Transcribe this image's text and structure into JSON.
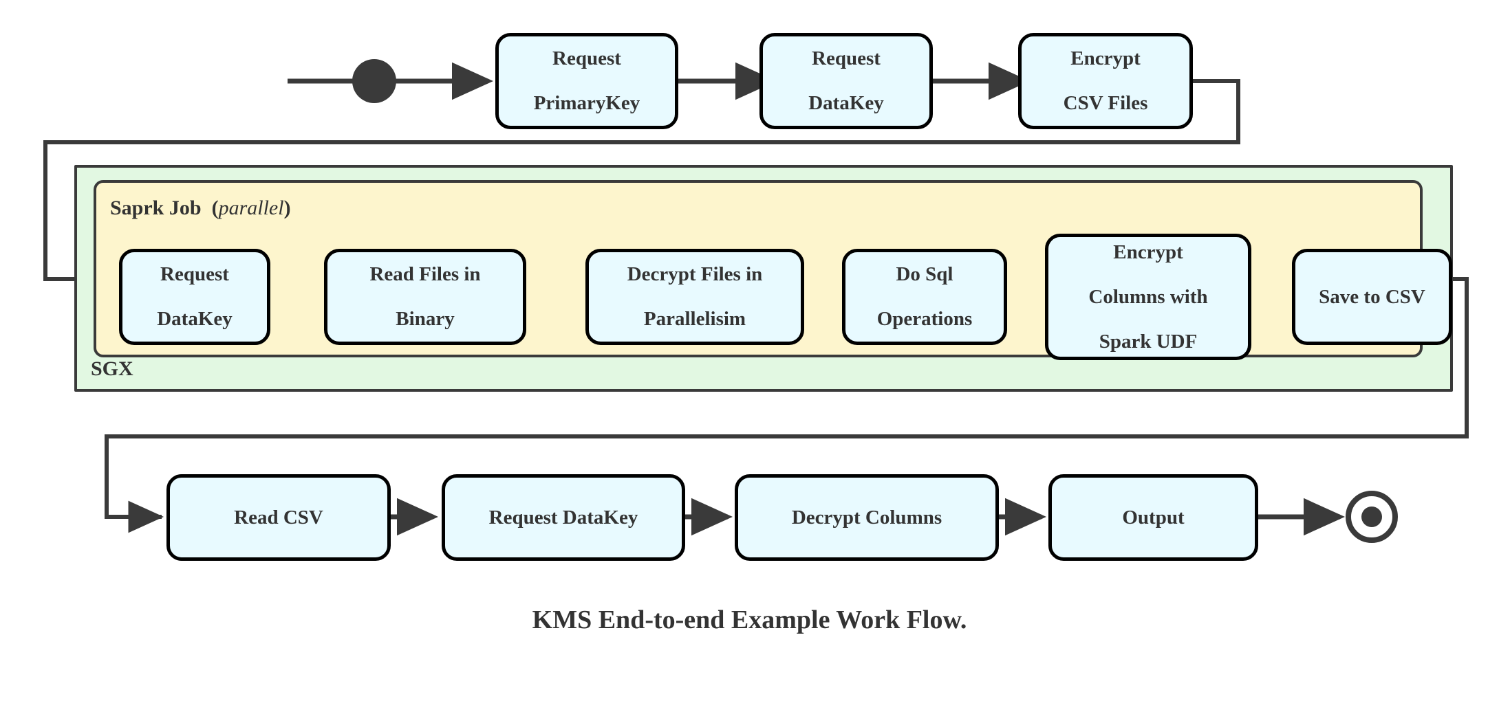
{
  "caption": "KMS End-to-end Example Work Flow.",
  "colors": {
    "node_fill": "#e8faff",
    "node_stroke": "#000000",
    "sgx_fill": "#e2f8e2",
    "spark_fill": "#fdf5cd",
    "container_stroke": "#3a3a3a",
    "text": "#333333",
    "arrow": "#3a3a3a"
  },
  "containers": {
    "spark": {
      "label_bold": "Saprk Job",
      "label_italic": "parallel",
      "label_open_paren": "(",
      "label_close_paren": ")"
    },
    "sgx": {
      "label": "SGX"
    }
  },
  "terminators": {
    "start": {
      "name": "start-node"
    },
    "end": {
      "name": "end-node"
    }
  },
  "rows": {
    "top": {
      "nodes": [
        {
          "id": "request-primarykey",
          "lines": [
            "Request",
            "PrimaryKey"
          ]
        },
        {
          "id": "request-datakey-top",
          "lines": [
            "Request",
            "DataKey"
          ]
        },
        {
          "id": "encrypt-csv-files",
          "lines": [
            "Encrypt",
            "CSV Files"
          ]
        }
      ]
    },
    "spark": {
      "nodes": [
        {
          "id": "request-datakey-spark",
          "lines": [
            "Request",
            "DataKey"
          ]
        },
        {
          "id": "read-files-in-binary",
          "lines": [
            "Read Files in",
            "Binary"
          ]
        },
        {
          "id": "decrypt-files-in-parallelisim",
          "lines": [
            "Decrypt Files in",
            "Parallelisim"
          ]
        },
        {
          "id": "do-sql-operations",
          "lines": [
            "Do Sql",
            "Operations"
          ]
        },
        {
          "id": "encrypt-columns-with-spark-udf",
          "lines": [
            "Encrypt",
            "Columns with",
            "Spark UDF"
          ]
        },
        {
          "id": "save-to-csv",
          "lines": [
            "Save to CSV"
          ]
        }
      ]
    },
    "bottom": {
      "nodes": [
        {
          "id": "read-csv",
          "lines": [
            "Read CSV"
          ]
        },
        {
          "id": "request-datakey-bottom",
          "lines": [
            "Request DataKey"
          ]
        },
        {
          "id": "decrypt-columns",
          "lines": [
            "Decrypt Columns"
          ]
        },
        {
          "id": "output",
          "lines": [
            "Output"
          ]
        }
      ]
    }
  }
}
